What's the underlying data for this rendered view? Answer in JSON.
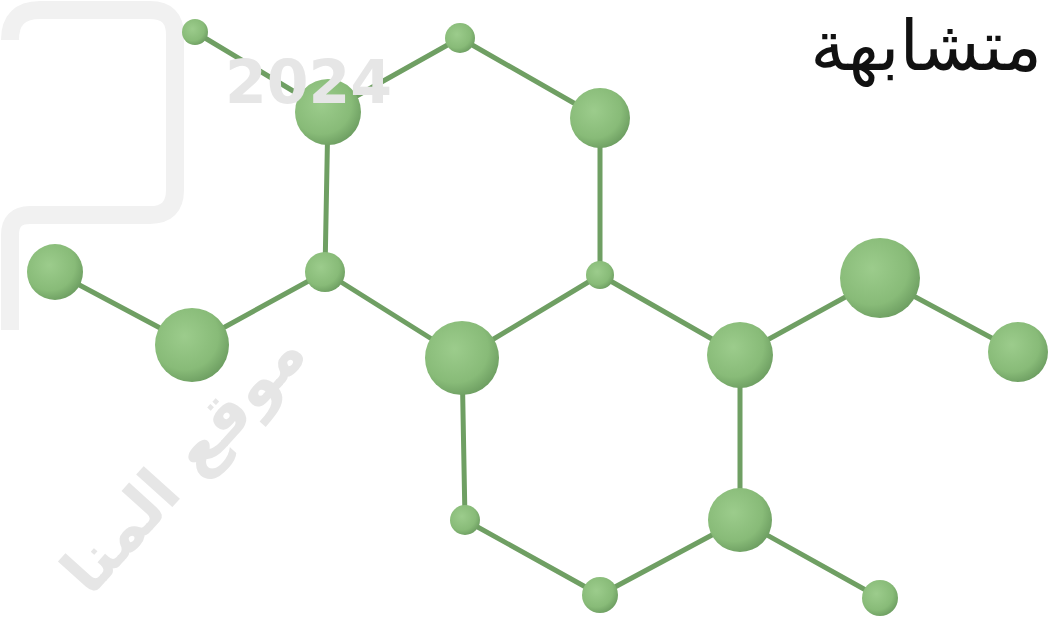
{
  "diagram": {
    "title": "متشابهة",
    "labels": [
      "2024",
      "موقع المنا"
    ]
  }
}
